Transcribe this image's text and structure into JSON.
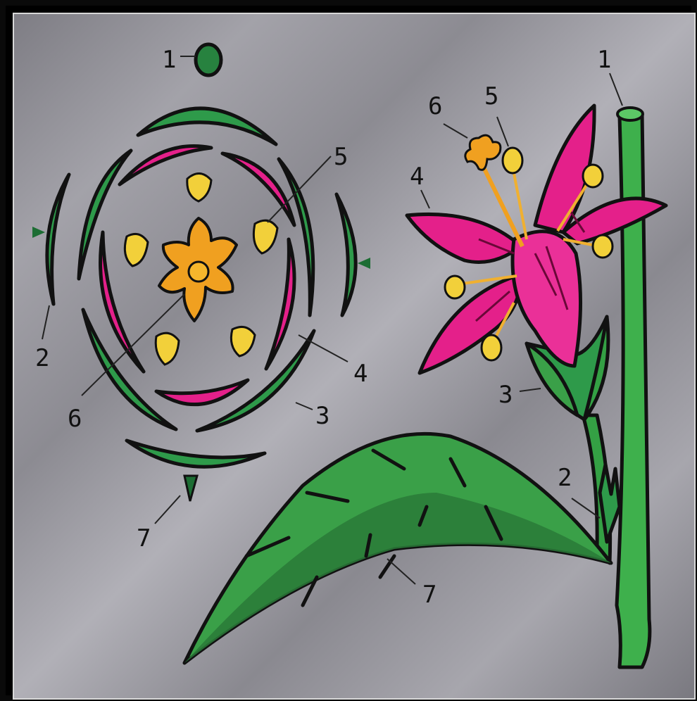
{
  "colors": {
    "sepal": "#2e9a4a",
    "sepal_dark": "#1c6d33",
    "petal": "#e4208a",
    "anther": "#f2d03a",
    "pistil": "#f0a020",
    "stem": "#3eb04c",
    "leaf": "#3aa048",
    "leaf_dark": "#2a7a38"
  },
  "diagram_labels": {
    "left": [
      "1",
      "2",
      "3",
      "4",
      "5",
      "6",
      "7"
    ],
    "right": [
      "1",
      "2",
      "3",
      "4",
      "5",
      "6",
      "7"
    ]
  }
}
